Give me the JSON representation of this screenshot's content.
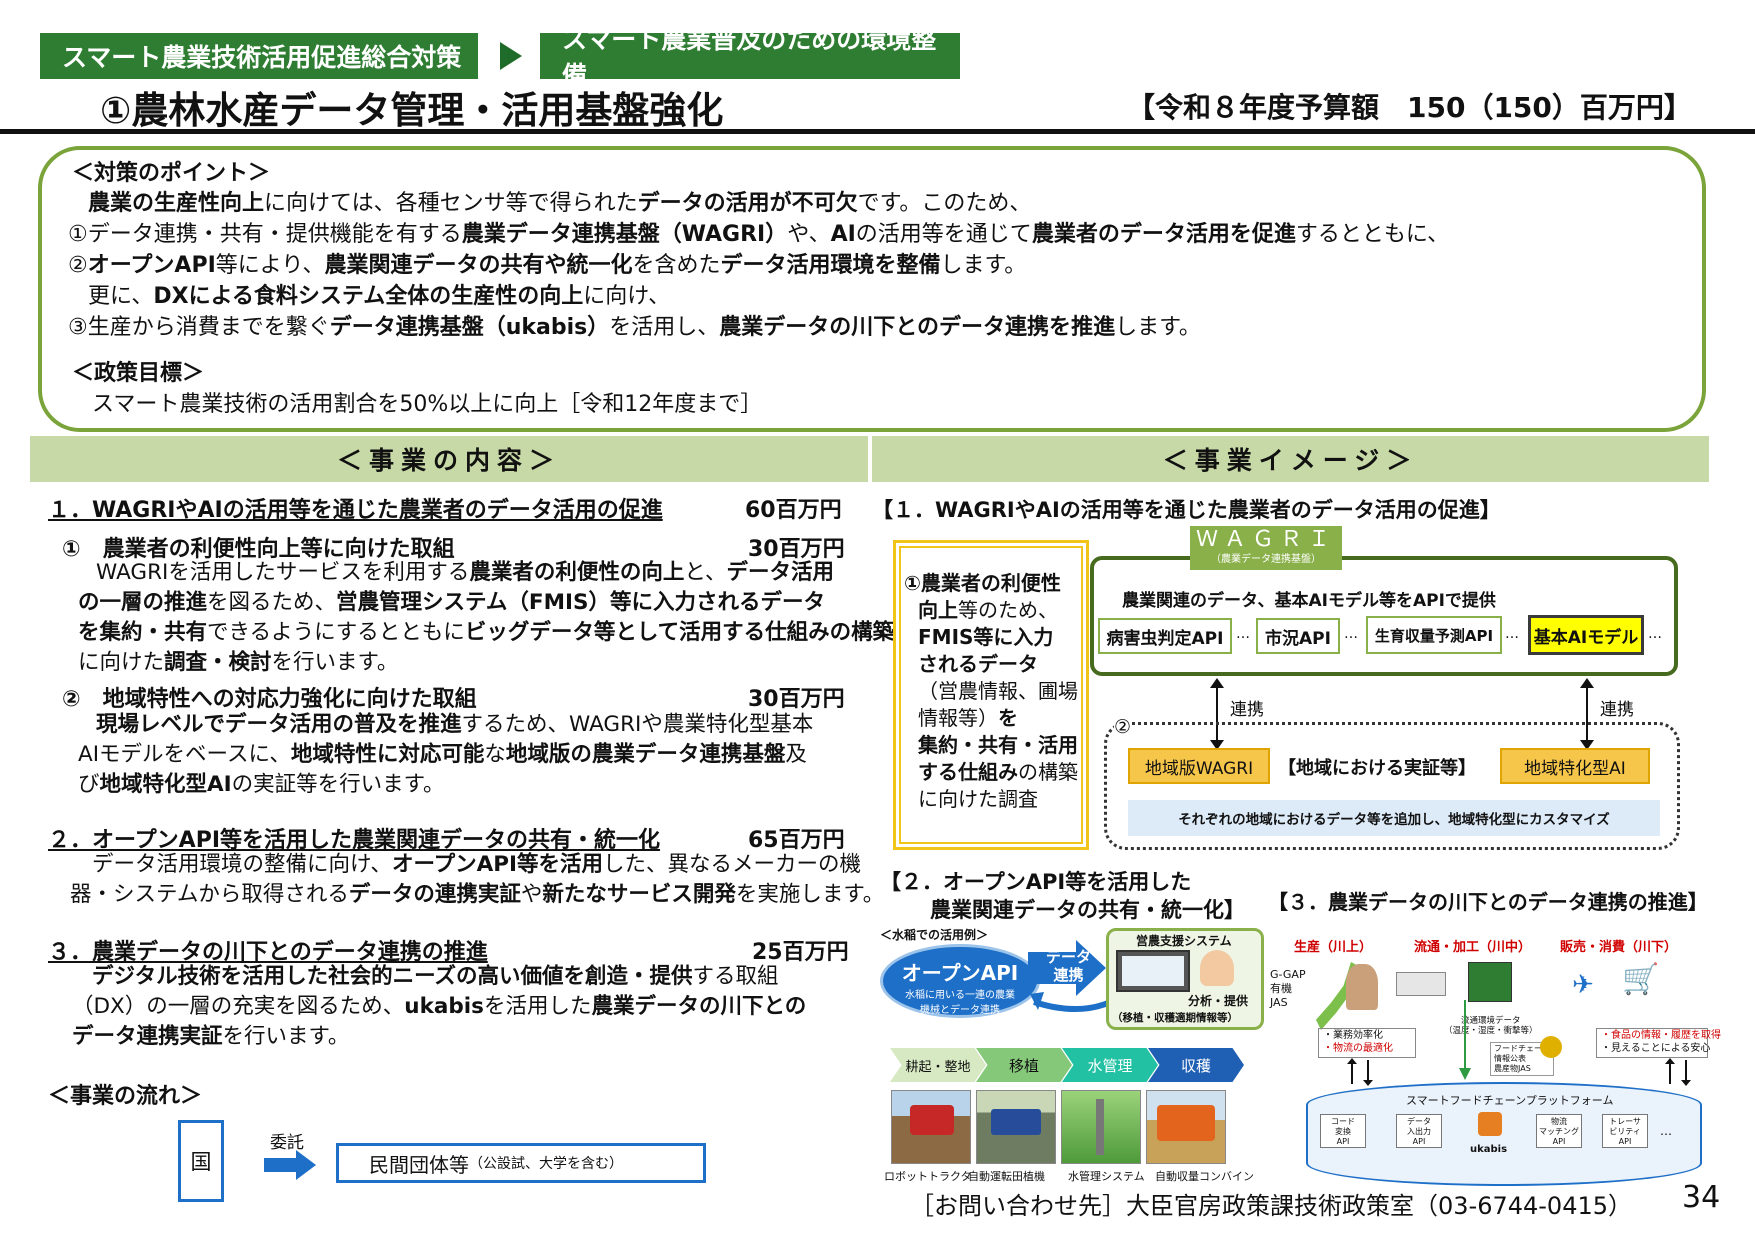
{
  "header": {
    "tag1": "スマート農業技術活用促進総合対策",
    "tag2": "スマート農業普及のための環境整備",
    "title": "①農林水産データ管理・活用基盤強化",
    "budget": "【令和８年度予算額　150（150）百万円】"
  },
  "points": {
    "heading": "＜対策のポイント＞",
    "l1a": "農業の生産性向上",
    "l1b": "に向けては、各種センサ等で得られた",
    "l1c": "データの活用が不可欠",
    "l1d": "です。このため、",
    "l2a": "①データ連携・共有・提供機能を有する",
    "l2b": "農業データ連携基盤（WAGRI）",
    "l2c": "や、",
    "l2d": "AI",
    "l2e": "の活用等を通じて",
    "l2f": "農業者のデータ活用を促進",
    "l2g": "するとともに、",
    "l3a": "②",
    "l3b": "オープンAPI",
    "l3c": "等により、",
    "l3d": "農業関連データの共有や統一化",
    "l3e": "を含めた",
    "l3f": "データ活用環境を整備",
    "l3g": "します。",
    "l4a": "更に、",
    "l4b": "DXによる食料システム全体の生産性の向上",
    "l4c": "に向け、",
    "l5a": "③生産から消費までを繋ぐ",
    "l5b": "データ連携基盤（ukabis）",
    "l5c": "を活用し、",
    "l5d": "農業データの川下とのデータ連携を推進",
    "l5e": "します。",
    "goal_heading": "＜政策目標＞",
    "goal": "スマート農業技術の活用割合を50%以上に向上［令和12年度まで］"
  },
  "left": {
    "section": "＜事業の内容＞",
    "s1": "１．WAGRIやAIの活用等を通じた農業者のデータ活用の促進",
    "s1amt": "60百万円",
    "s1a": "①　農業者の利便性向上等に向けた取組",
    "s1aamt": "30百万円",
    "s1a_l1a": "WAGRIを活用したサービスを利用する",
    "s1a_l1b": "農業者の利便性の向上",
    "s1a_l1c": "と、",
    "s1a_l1d": "データ活用",
    "s1a_l2a": "の一層の推進",
    "s1a_l2b": "を図るため、",
    "s1a_l2c": "営農管理システム（FMIS）等に入力されるデータ",
    "s1a_l3a": "を集約・共有",
    "s1a_l3b": "できるようにするとともに",
    "s1a_l3c": "ビッグデータ等として活用する仕組みの構築",
    "s1a_l4a": "に向けた",
    "s1a_l4b": "調査・検討",
    "s1a_l4c": "を行います。",
    "s1b": "②　地域特性への対応力強化に向けた取組",
    "s1bamt": "30百万円",
    "s1b_l1a": "現場レベルでデータ活用の普及を推進",
    "s1b_l1b": "するため、WAGRIや農業特化型基本",
    "s1b_l2a": "AIモデルをベースに、",
    "s1b_l2b": "地域特性に対応可能",
    "s1b_l2c": "な",
    "s1b_l2d": "地域版の農業データ連携基盤",
    "s1b_l2e": "及",
    "s1b_l3a": "び",
    "s1b_l3b": "地域特化型AI",
    "s1b_l3c": "の実証等を行います。",
    "s2": "２．オープンAPI等を活用した農業関連データの共有・統一化",
    "s2amt": "65百万円",
    "s2_l1a": "データ活用環境の整備に向け、",
    "s2_l1b": "オープンAPI等を活用",
    "s2_l1c": "した、異なるメーカーの機",
    "s2_l2a": "器・システムから取得される",
    "s2_l2b": "データの連携実証",
    "s2_l2c": "や",
    "s2_l2d": "新たなサービス開発",
    "s2_l2e": "を実施します。",
    "s3": "３．農業データの川下とのデータ連携の推進",
    "s3amt": "25百万円",
    "s3_l1a": "デジタル技術を活用した社会的ニーズの高い価値を創造・提供",
    "s3_l1b": "する取組",
    "s3_l2a": "（DX）の一層の充実を図るため、",
    "s3_l2b": "ukabis",
    "s3_l2c": "を活用した",
    "s3_l2d": "農業データの川下との",
    "s3_l3a": "データ連携実証",
    "s3_l3b": "を行います。",
    "flow_heading": "＜事業の流れ＞",
    "flow_country": "国",
    "flow_label": "委託",
    "flow_org": "民間団体等",
    "flow_org_note": "（公設試、大学を含む）"
  },
  "right": {
    "section": "＜事業イメージ＞",
    "d1_title": "【１．WAGRIやAIの活用等を通じた農業者のデータ活用の促進】",
    "wagri_logo": "ＷＡＧＲＩ",
    "wagri_sub": "（農業データ連携基盤）",
    "yb_1": "①農業者の利便性",
    "yb_2": "向上",
    "yb_3": "等のため、",
    "yb_4": "FMIS等に入力",
    "yb_5": "されるデータ",
    "yb_6": "（営農情報、圃場",
    "yb_7": "情報等）",
    "yb_8": "を",
    "yb_9": "集約・共有・活用",
    "yb_10": "する仕組み",
    "yb_11": "の構築",
    "yb_12": "に向けた調査",
    "provide": "農業関連のデータ、基本AIモデル等をAPIで提供",
    "api1": "病害虫判定API",
    "api2": "市況API",
    "api3": "生育収量予測API",
    "api4": "基本AIモデル",
    "dots": "…",
    "link": "連携",
    "circle2": "②",
    "local_wagri": "地域版WAGRI",
    "local_center": "【地域における実証等】",
    "local_ai": "地域特化型AI",
    "local_note": "それぞれの地域におけるデータ等を追加し、地域特化型にカスタマイズ",
    "d2_title_1": "【２．オープンAPI等を活用した",
    "d2_title_2": "農業関連データの共有・統一化】",
    "rice": "＜水稲での活用例＞",
    "oapi": "オープンAPI",
    "oapi_sub1": "水稲に用いる一連の農業",
    "oapi_sub2": "機械とデータ連携",
    "data_link_1": "データ",
    "data_link_2": "連携",
    "farm_sys": "営農支援システム",
    "analyze": "分析・提供",
    "farm_sub": "（移植・収穫適期情報等）",
    "step1": "耕起・整地",
    "step2": "移植",
    "step3": "水管理",
    "step4": "収穫",
    "mach1": "ロボットトラクタ",
    "mach2": "自動運転田植機",
    "mach3": "水管理システム",
    "mach4": "自動収量コンバイン",
    "d3_title": "【３．農業データの川下とのデータ連携の推進】",
    "prod": "生産（川上）",
    "dist": "流通・加工（川中）",
    "sales": "販売・消費（川下）",
    "ggap_1": "G-GAP",
    "ggap_2": "有機",
    "ggap_3": "JAS",
    "eff_1": "業務効率化",
    "eff_2": "物流の最適化",
    "env_1": "流通環境データ",
    "env_2": "（温度・湿度・衝撃等）",
    "fc_1": "フードチェーン",
    "fc_2": "情報公表",
    "fc_3": "農産物JAS",
    "info_1": "食品の情報・履歴を取得",
    "info_2": "見えることによる安心",
    "platform": "スマートフードチェーンプラットフォーム",
    "p1_1": "コード",
    "p1_2": "変換",
    "p1_3": "API",
    "p2_1": "データ",
    "p2_2": "入出力",
    "p2_3": "API",
    "p3": "ukabis",
    "p4_1": "物流",
    "p4_2": "マッチング",
    "p4_3": "API",
    "p5_1": "トレーサ",
    "p5_2": "ビリティ",
    "p5_3": "API",
    "p6": "…"
  },
  "footer": {
    "contact": "［お問い合わせ先］大臣官房政策課技術政策室（03-6744-0415）",
    "page": "34"
  },
  "colors": {
    "green": "#2e7d32",
    "light_green": "#c7d9a6",
    "border_green": "#7aa33a",
    "yellow": "#f6c64a",
    "red": "#d00000",
    "blue": "#1e6fc8"
  }
}
